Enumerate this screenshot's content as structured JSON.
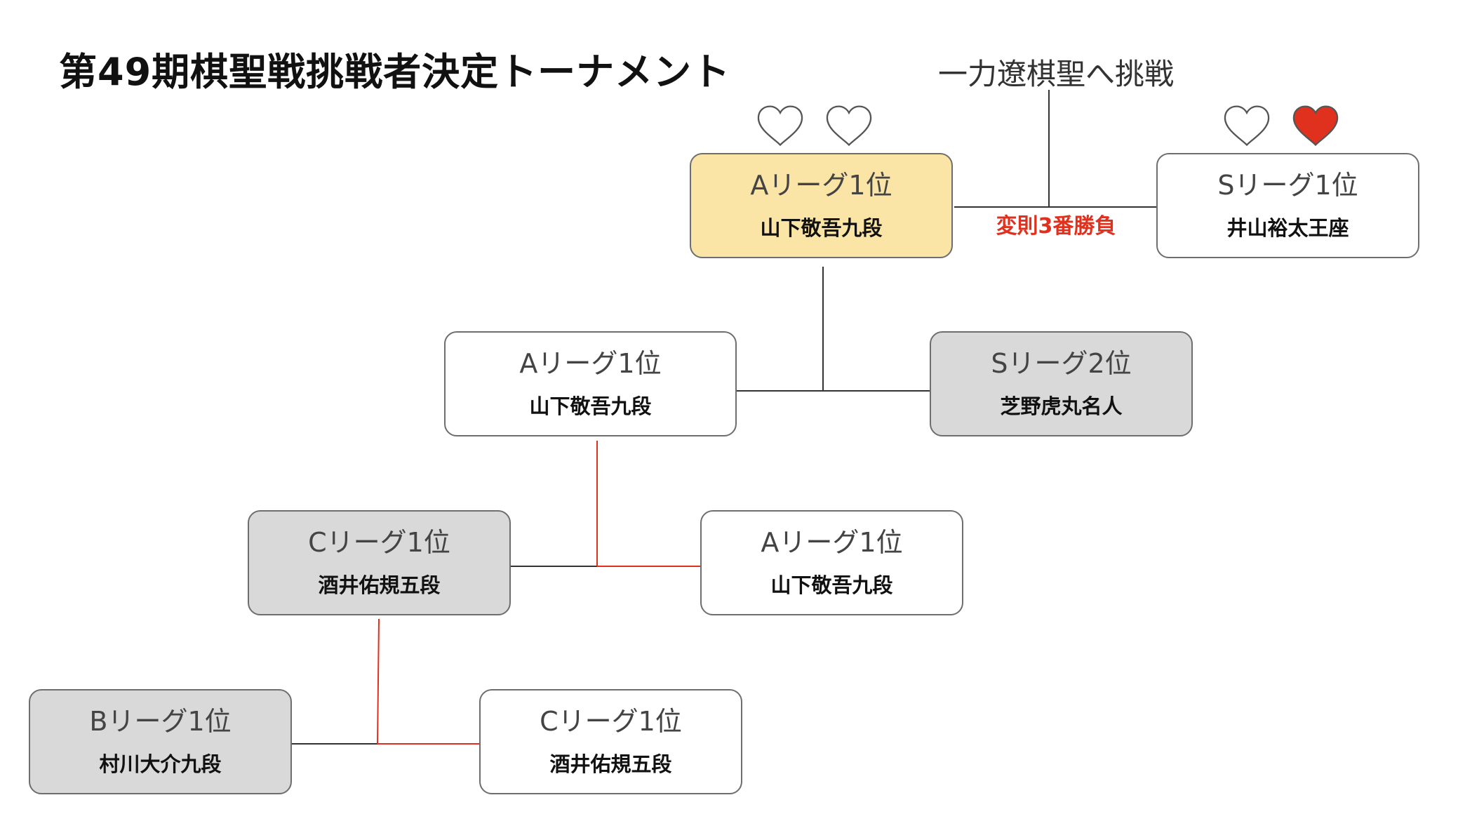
{
  "title": "第49期棋聖戦挑戦者決定トーナメント",
  "challenge_label": "一力遼棋聖へ挑戦",
  "final_rule_label": "変則3番勝負",
  "colors": {
    "win_line": "#e0301e",
    "normal_line": "#333333",
    "heart_filled": "#e0301e",
    "box_yellow": "#fbe5a6",
    "box_gray": "#d9d9d9"
  },
  "hearts": {
    "left": [
      "empty",
      "empty"
    ],
    "right": [
      "empty",
      "filled"
    ]
  },
  "matches": [
    {
      "id": "final",
      "left": {
        "league": "Aリーグ1位",
        "player": "山下敬吾九段"
      },
      "right": {
        "league": "Sリーグ1位",
        "player": "井山裕太王座"
      }
    },
    {
      "id": "semifinal",
      "left": {
        "league": "Aリーグ1位",
        "player": "山下敬吾九段"
      },
      "right": {
        "league": "Sリーグ2位",
        "player": "芝野虎丸名人"
      }
    },
    {
      "id": "round2",
      "left": {
        "league": "Cリーグ1位",
        "player": "酒井佑規五段"
      },
      "right": {
        "league": "Aリーグ1位",
        "player": "山下敬吾九段"
      }
    },
    {
      "id": "round1",
      "left": {
        "league": "Bリーグ1位",
        "player": "村川大介九段"
      },
      "right": {
        "league": "Cリーグ1位",
        "player": "酒井佑規五段"
      }
    }
  ]
}
